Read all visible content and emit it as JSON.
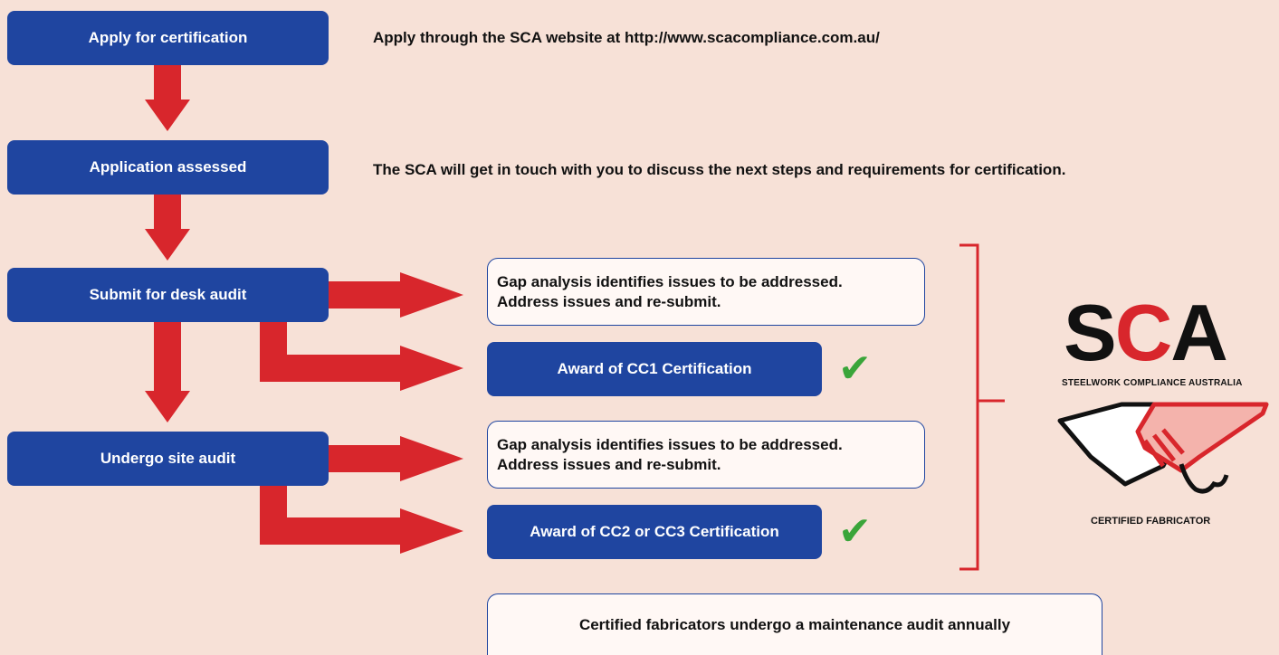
{
  "steps": {
    "apply": "Apply for certification",
    "assessed": "Application assessed",
    "desk_audit": "Submit for desk audit",
    "site_audit": "Undergo site audit"
  },
  "notes": {
    "apply": "Apply through the SCA website at http://www.scacompliance.com.au/",
    "assessed": "The SCA will get in touch with you to discuss the next steps and requirements for certification."
  },
  "outcomes": {
    "gap1_line1": "Gap analysis identifies issues to be addressed.",
    "gap1_line2": "Address issues and re-submit.",
    "cc1": "Award of CC1 Certification",
    "gap2_line1": "Gap analysis identifies issues to be addressed.",
    "gap2_line2": "Address issues and re-submit.",
    "cc2": "Award of CC2 or CC3 Certification",
    "maintenance": "Certified fabricators undergo a maintenance audit annually"
  },
  "check_mark": "✔",
  "logo": {
    "letter_s": "S",
    "letter_c": "C",
    "letter_a": "A",
    "tagline": "STEELWORK COMPLIANCE AUSTRALIA",
    "caption": "CERTIFIED FABRICATOR"
  },
  "colors": {
    "background": "#f7e1d7",
    "box_blue": "#1f45a0",
    "arrow_red": "#d8262c",
    "check_green": "#3aa53a"
  }
}
